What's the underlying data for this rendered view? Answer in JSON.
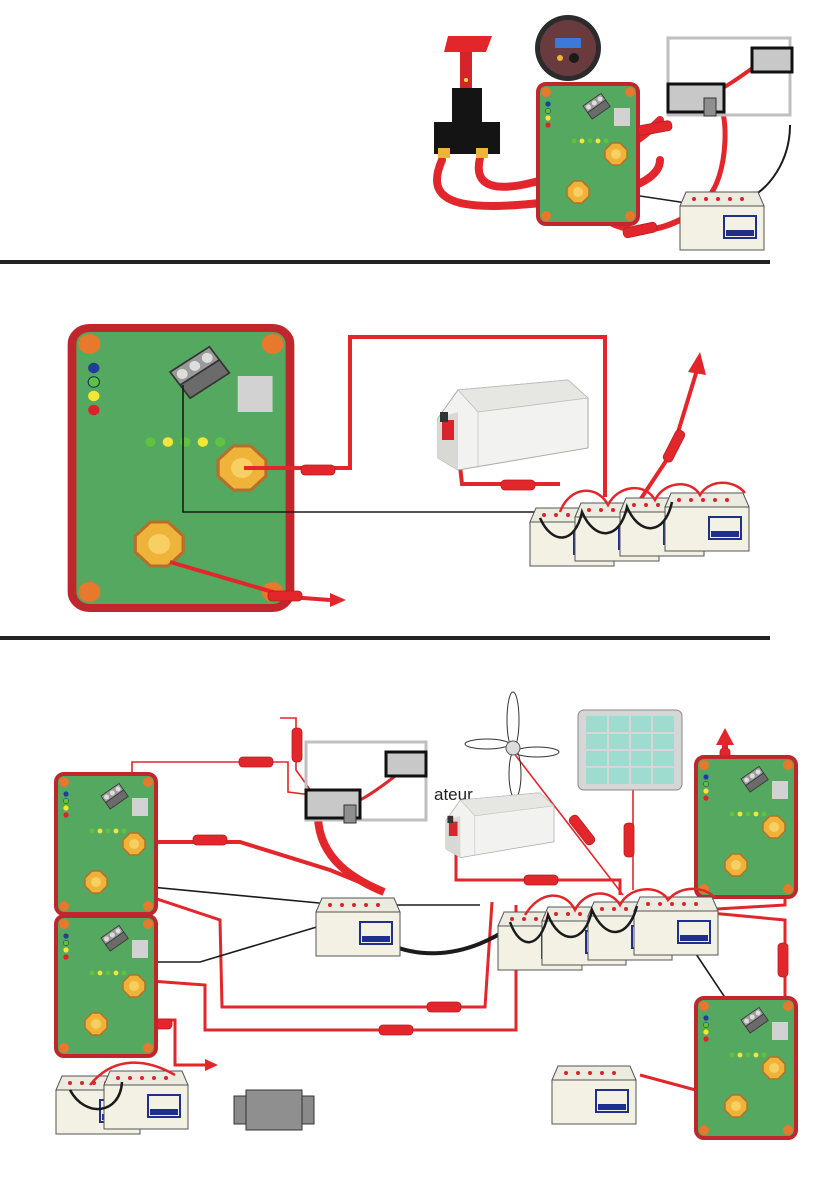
{
  "labels": {
    "partial_word": "ateur"
  },
  "colors": {
    "board": "#55a85f",
    "board_border": "#c0272d",
    "cable_red": "#e3262b",
    "cable_black": "#1b1b1b",
    "divider": "#222222",
    "battery_body": "#f3f1e4",
    "battery_label": "#1f2f8a",
    "nut": "#f0b33a",
    "led_blue": "#1f3f9a",
    "led_green": "#5fc241",
    "led_yellow": "#f5e632",
    "led_red": "#d9232d",
    "panel_grid": "#9edcd0"
  },
  "sections": [
    {
      "name": "section-top",
      "components": [
        "battery-switch",
        "battery-monitor",
        "control-board",
        "starter-motor",
        "battery"
      ]
    },
    {
      "name": "section-middle",
      "components": [
        "control-board",
        "inverter",
        "battery-bank-4"
      ]
    },
    {
      "name": "section-bottom",
      "components": [
        "control-board-left-top",
        "control-board-left-bottom",
        "starter-motor",
        "wind-turbine",
        "solar-panel",
        "inverter",
        "battery-bank-4",
        "control-board-right-top",
        "control-board-right-bottom",
        "battery-pair",
        "single-battery",
        "isolator-block"
      ]
    }
  ]
}
